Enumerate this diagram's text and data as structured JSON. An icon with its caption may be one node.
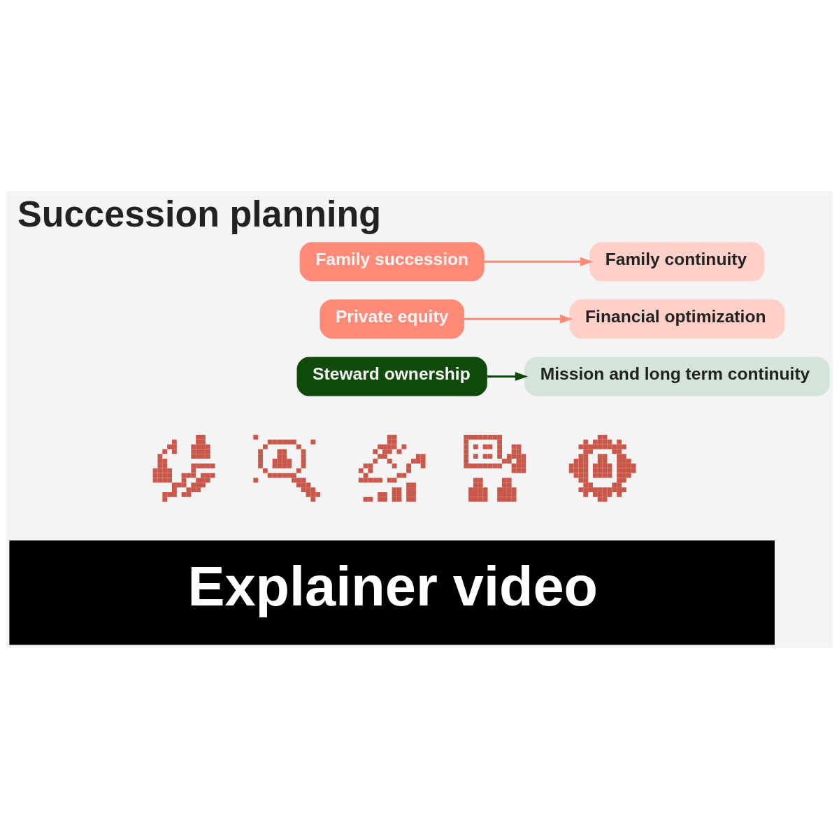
{
  "diagram": {
    "title": "Succession planning",
    "caption": "Explainer video",
    "nodes": [
      {
        "text": [
          "Family succession"
        ]
      },
      {
        "text": [
          "Family continuity"
        ]
      },
      {
        "text": [
          "Private equity"
        ]
      },
      {
        "text": [
          "Financial optimization"
        ]
      },
      {
        "text": [
          "Steward ownership"
        ]
      },
      {
        "text": [
          "Mission and long term continuity"
        ]
      },
      {
        "text": [],
        "shape": "picture"
      },
      {
        "text": [],
        "shape": "picture"
      },
      {
        "text": [],
        "shape": "picture"
      },
      {
        "text": [],
        "shape": "picture"
      },
      {
        "text": [],
        "shape": "picture"
      }
    ],
    "edges": [
      {
        "from": 0,
        "to": 1,
        "arrow": "to"
      },
      {
        "from": 2,
        "to": 3,
        "arrow": "to"
      },
      {
        "from": 4,
        "to": 5,
        "arrow": "to",
        "color": "#0f4a0a"
      }
    ]
  }
}
